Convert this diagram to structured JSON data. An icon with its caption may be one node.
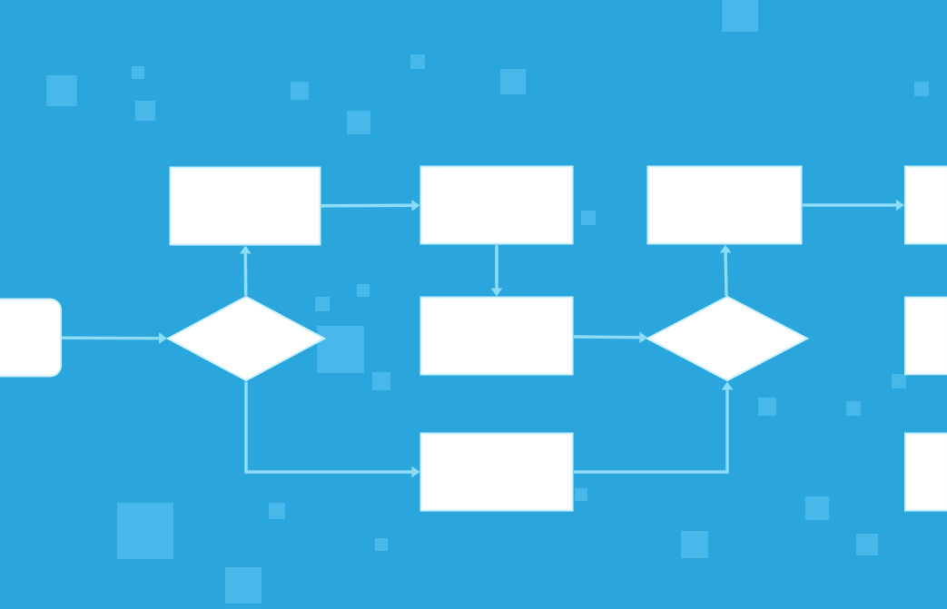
{
  "diagram": {
    "nodes": [
      {
        "text": [],
        "shape": "box"
      },
      {
        "text": [],
        "shape": "box"
      },
      {
        "text": [],
        "shape": "box"
      },
      {
        "text": [],
        "shape": "box"
      },
      {
        "text": [],
        "shape": "box"
      },
      {
        "text": [],
        "shape": "diamond"
      },
      {
        "text": [],
        "shape": "box"
      },
      {
        "text": [],
        "shape": "diamond"
      },
      {
        "text": [],
        "shape": "box"
      },
      {
        "text": [],
        "shape": "box"
      },
      {
        "text": [],
        "shape": "box"
      }
    ],
    "edges": [
      {
        "from": 4,
        "to": 5,
        "arrow": "to"
      },
      {
        "from": 5,
        "to": 0,
        "arrow": "to"
      },
      {
        "from": 0,
        "to": 1,
        "arrow": "to"
      },
      {
        "from": 1,
        "to": 6,
        "arrow": "to"
      },
      {
        "from": 5,
        "to": 9,
        "arrow": "to"
      },
      {
        "from": 6,
        "to": 7,
        "arrow": "to"
      },
      {
        "from": 9,
        "to": 7,
        "arrow": "to"
      },
      {
        "from": 7,
        "to": 2,
        "arrow": "to"
      },
      {
        "from": 2,
        "to": 3,
        "arrow": "to"
      }
    ]
  }
}
